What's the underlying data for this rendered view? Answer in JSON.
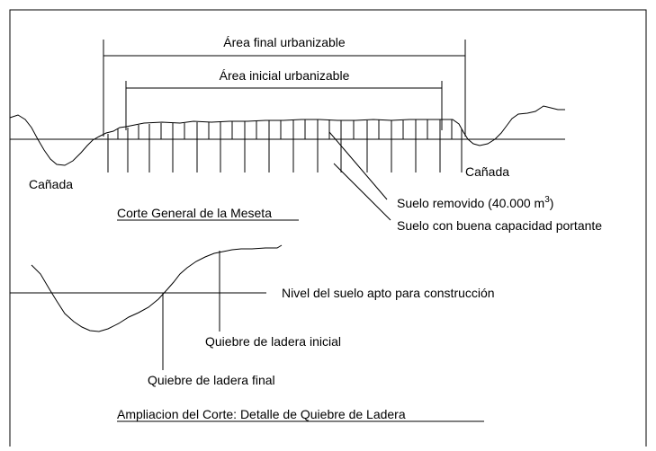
{
  "top_section": {
    "final_area_label": "Área final urbanizable",
    "initial_area_label": "Área inicial urbanizable",
    "left_ravine_label": "Cañada",
    "right_ravine_label": "Cañada",
    "removed_soil_label": "Suelo removido (40.000 m",
    "removed_soil_exponent": "3",
    "removed_soil_close": ")",
    "bearing_soil_label": "Suelo con buena capacidad portante",
    "caption": "Corte General de la Meseta"
  },
  "bottom_section": {
    "ground_level_label": "Nivel del suelo apto para construcción",
    "initial_break_label": "Quiebre de ladera inicial",
    "final_break_label": "Quiebre de ladera final",
    "caption": "Ampliacion del Corte: Detalle de Quiebre de Ladera"
  }
}
